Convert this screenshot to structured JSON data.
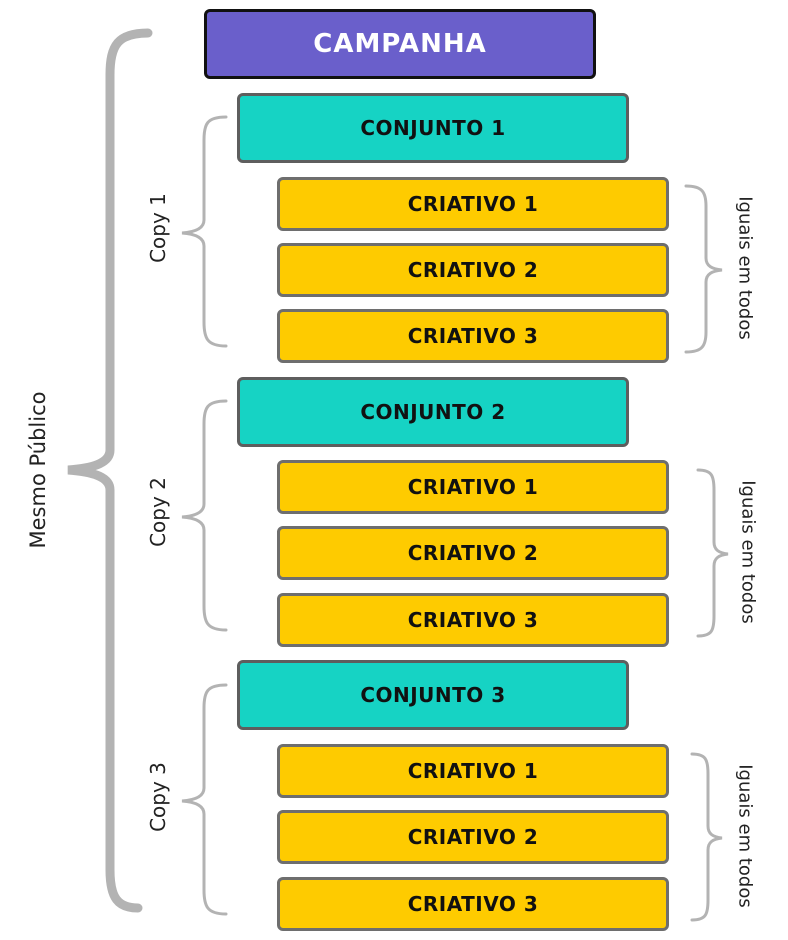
{
  "campaign": {
    "label": "CAMPANHA"
  },
  "audience_label": "Mesmo Público",
  "groups": [
    {
      "conjunto": "CONJUNTO 1",
      "copy_label": "Copy 1",
      "criativos": [
        "CRIATIVO 1",
        "CRIATIVO 2",
        "CRIATIVO 3"
      ],
      "same_label": "Iguais em todos"
    },
    {
      "conjunto": "CONJUNTO 2",
      "copy_label": "Copy 2",
      "criativos": [
        "CRIATIVO 1",
        "CRIATIVO 2",
        "CRIATIVO 3"
      ],
      "same_label": "Iguais em todos"
    },
    {
      "conjunto": "CONJUNTO 3",
      "copy_label": "Copy 3",
      "criativos": [
        "CRIATIVO 1",
        "CRIATIVO 2",
        "CRIATIVO 3"
      ],
      "same_label": "Iguais em todos"
    }
  ],
  "colors": {
    "campaign": "#6a5fcb",
    "conjunto": "#16d3c4",
    "criativo": "#fecb00",
    "brace": "#b3b3b3"
  }
}
